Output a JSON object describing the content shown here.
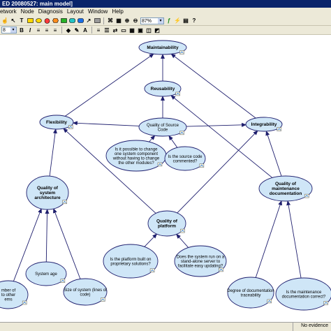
{
  "window": {
    "title": "ED 20080527: main model]"
  },
  "menu": [
    "etwork",
    "Node",
    "Diagnosis",
    "Layout",
    "Window",
    "Help"
  ],
  "toolbar": {
    "font_size": "8",
    "zoom": "87%"
  },
  "status": {
    "text": "No evidence"
  },
  "colors": {
    "node_fill": "#cfe6f7",
    "node_stroke": "#1f1f6e",
    "edge": "#1f1f6e",
    "titlebar": "#0a246a"
  },
  "nodes": [
    {
      "id": "maintainability",
      "lines": [
        "Maintainability"
      ],
      "bold": true
    },
    {
      "id": "reusability",
      "lines": [
        "Reusability"
      ],
      "bold": true
    },
    {
      "id": "flexibility",
      "lines": [
        "Flexibility"
      ],
      "bold": true
    },
    {
      "id": "quality-source-code",
      "lines": [
        "Quality of Source",
        "Code"
      ],
      "bold": false
    },
    {
      "id": "integrability",
      "lines": [
        "Integrability"
      ],
      "bold": true
    },
    {
      "id": "change-component",
      "lines": [
        "Is it possible to change",
        "one system component",
        "without having to change",
        "the other modules?"
      ],
      "bold": false
    },
    {
      "id": "source-commented",
      "lines": [
        "Is the source code",
        "commented?"
      ],
      "bold": false
    },
    {
      "id": "quality-architecture",
      "lines": [
        "Quality of",
        "system",
        "architecture"
      ],
      "bold": true
    },
    {
      "id": "quality-documentation",
      "lines": [
        "Quality of",
        "maintenance",
        "documentation"
      ],
      "bold": true
    },
    {
      "id": "quality-platform",
      "lines": [
        "Quality of",
        "platform"
      ],
      "bold": true
    },
    {
      "id": "platform-proprietary",
      "lines": [
        "Is the platform built on",
        "proprietary solutions?"
      ],
      "bold": false
    },
    {
      "id": "standalone-server",
      "lines": [
        "Does the system run on a",
        "stand-alone server to",
        "facilitate easy updating?"
      ],
      "bold": false
    },
    {
      "id": "system-age",
      "lines": [
        "System age"
      ],
      "bold": false
    },
    {
      "id": "system-size",
      "lines": [
        "Size of system (lines of",
        "code)"
      ],
      "bold": false
    },
    {
      "id": "number-of",
      "lines": [
        "mber of",
        "to other",
        "ems"
      ],
      "bold": false
    },
    {
      "id": "doc-traceability",
      "lines": [
        "Degree of documentation",
        "traceability"
      ],
      "bold": false
    },
    {
      "id": "doc-correct",
      "lines": [
        "Is the maintenance",
        "documentation correct?"
      ],
      "bold": false
    }
  ]
}
